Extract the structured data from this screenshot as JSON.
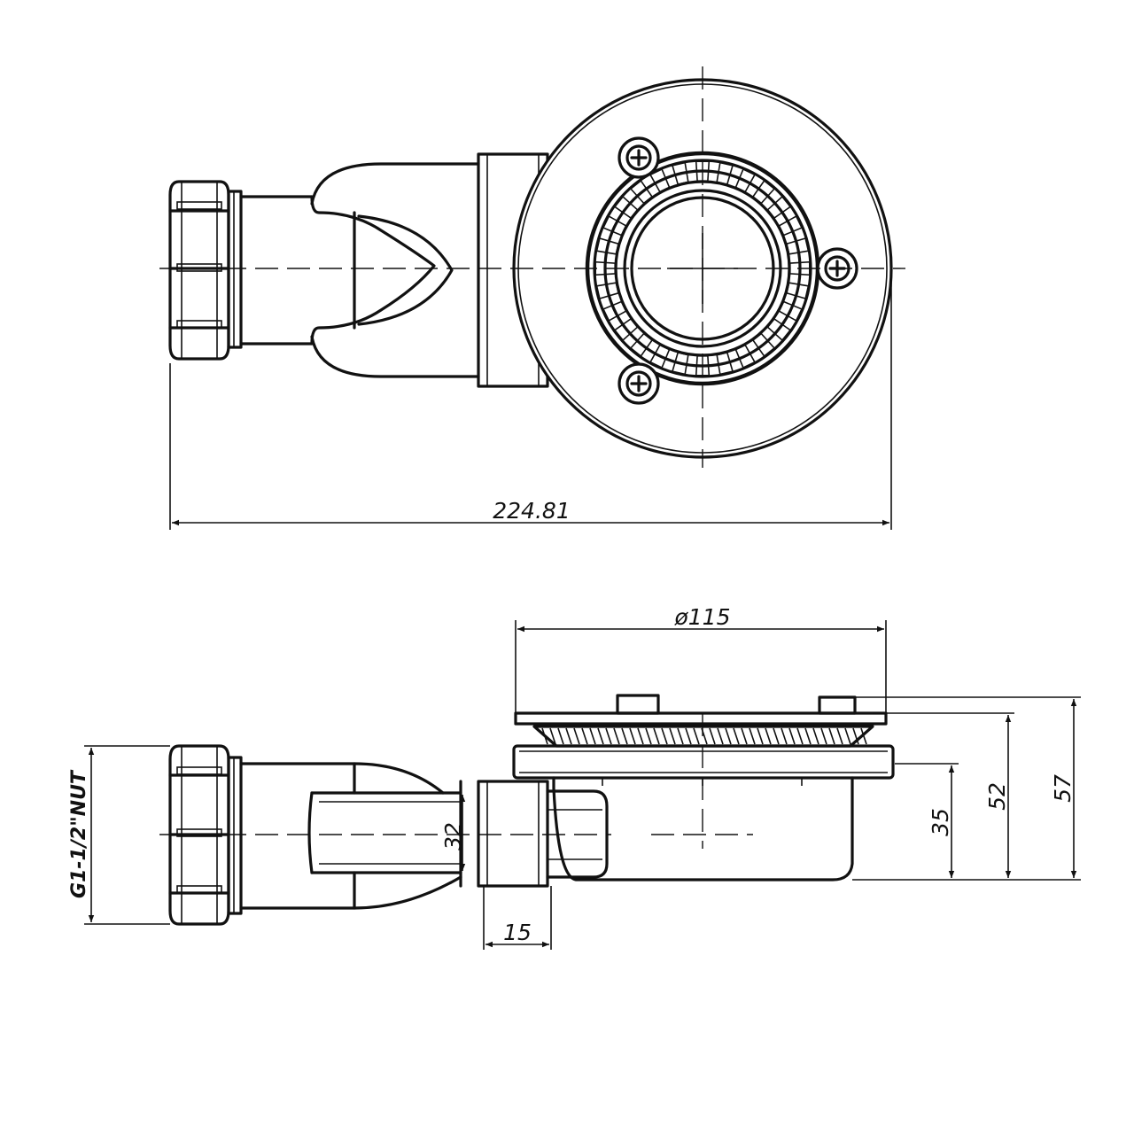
{
  "dimensions": {
    "overall_length": "224.81",
    "flange_diameter": "ø115",
    "outlet_height": "32",
    "outlet_offset": "15",
    "body_depth": "35",
    "height_to_grate": "52",
    "overall_height": "57",
    "nut_thread": "G1-1/2\"NUT"
  }
}
